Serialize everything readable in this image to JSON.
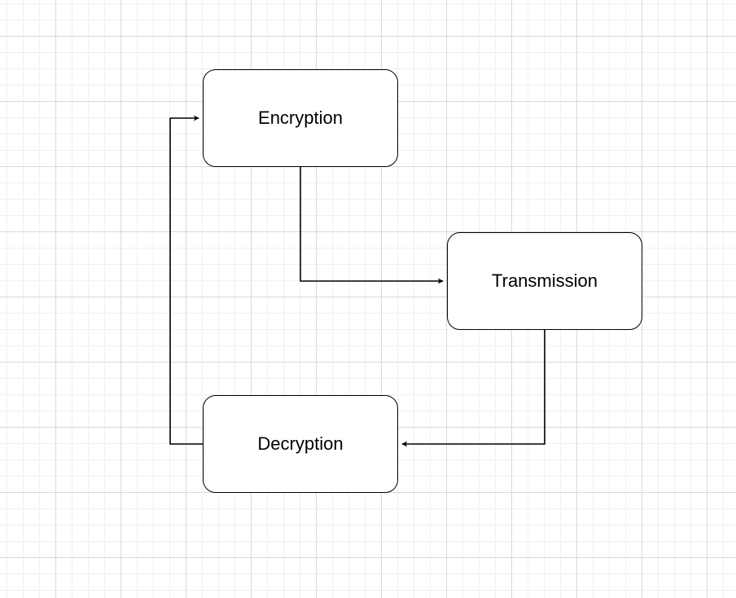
{
  "diagram": {
    "nodes": {
      "encryption": {
        "label": "Encryption"
      },
      "transmission": {
        "label": "Transmission"
      },
      "decryption": {
        "label": "Decryption"
      }
    },
    "edges": [
      {
        "from": "encryption",
        "to": "transmission"
      },
      {
        "from": "transmission",
        "to": "decryption"
      },
      {
        "from": "decryption",
        "to": "encryption"
      }
    ],
    "colors": {
      "stroke": "#000000",
      "node_fill": "#ffffff",
      "grid_major": "#d9d9d9",
      "grid_minor": "#f0f0f0"
    }
  }
}
